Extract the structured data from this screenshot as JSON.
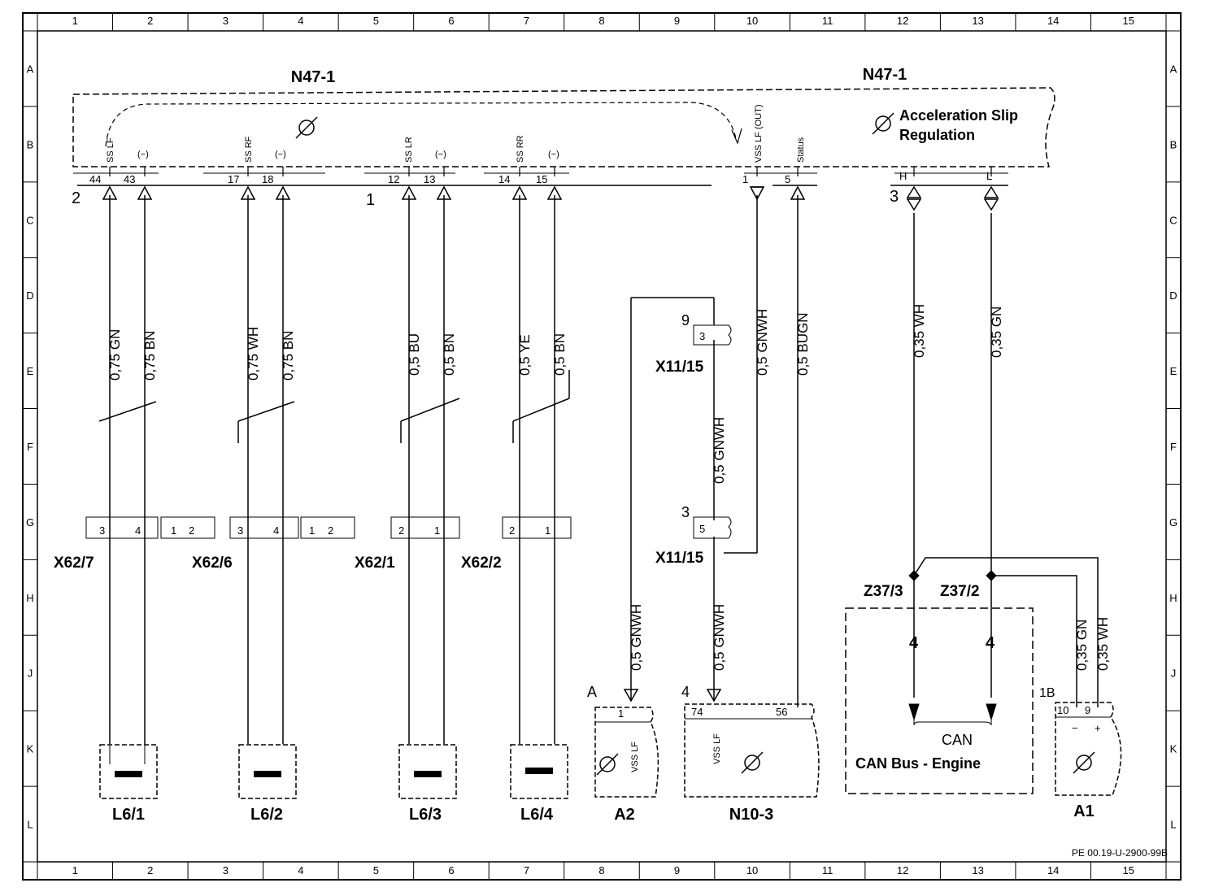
{
  "grid": {
    "columns": [
      "1",
      "2",
      "3",
      "4",
      "5",
      "6",
      "7",
      "8",
      "9",
      "10",
      "11",
      "12",
      "13",
      "14",
      "15"
    ],
    "rows": [
      "A",
      "B",
      "C",
      "D",
      "E",
      "F",
      "G",
      "H",
      "J",
      "K",
      "L"
    ]
  },
  "module": {
    "label_left": "N47-1",
    "label_right": "N47-1",
    "title_line1": "Acceleration Slip",
    "title_line2": "Regulation"
  },
  "module_pins": [
    {
      "num": "44",
      "signal": "SS LF"
    },
    {
      "num": "43",
      "signal": "(−)"
    },
    {
      "num": "17",
      "signal": "SS RF"
    },
    {
      "num": "18",
      "signal": "(−)"
    },
    {
      "num": "12",
      "signal": "SS LR"
    },
    {
      "num": "13",
      "signal": "(−)"
    },
    {
      "num": "14",
      "signal": "SS RR"
    },
    {
      "num": "15",
      "signal": "(−)"
    },
    {
      "num": "1",
      "signal": "VSS LF (OUT)"
    },
    {
      "num": "5",
      "signal": "Status"
    },
    {
      "num": "H",
      "signal": ""
    },
    {
      "num": "L",
      "signal": ""
    }
  ],
  "ref_marks": {
    "m2": "2",
    "m1": "1",
    "m3": "3",
    "m9": "9",
    "m3b": "3",
    "mA": "A",
    "m4": "4",
    "m1B": "1B"
  },
  "wires": [
    "0,75 GN",
    "0,75 BN",
    "0,75 WH",
    "0,75 BN",
    "0,5 BU",
    "0,5 BN",
    "0,5 YE",
    "0,5 BN",
    "0,5 GNWH",
    "0,5 BUGN",
    "0,35 WH",
    "0,35 GN",
    "0,5 GNWH",
    "0,5 GNWH",
    "0,5 GNWH",
    "0,35 GN",
    "0,35 WH"
  ],
  "connectors": {
    "x62_7": {
      "label": "X62/7",
      "pins": [
        "3",
        "4",
        "1",
        "2"
      ]
    },
    "x62_6": {
      "label": "X62/6",
      "pins": [
        "3",
        "4",
        "1",
        "2"
      ]
    },
    "x62_1": {
      "label": "X62/1",
      "pins": [
        "2",
        "1"
      ]
    },
    "x62_2": {
      "label": "X62/2",
      "pins": [
        "2",
        "1"
      ]
    },
    "x11_15_top": {
      "label": "X11/15",
      "pin": "3"
    },
    "x11_15_bot": {
      "label": "X11/15",
      "pin": "5"
    }
  },
  "splices": {
    "z37_3": "Z37/3",
    "z37_2": "Z37/2"
  },
  "sensors": [
    "L6/1",
    "L6/2",
    "L6/3",
    "L6/4"
  ],
  "a2": {
    "label": "A2",
    "pin": "1",
    "signal": "VSS LF"
  },
  "n10": {
    "label": "N10-3",
    "pin_left": "74",
    "pin_right": "56",
    "signal": "VSS LF"
  },
  "can": {
    "pin_left": "4",
    "pin_right": "4",
    "bus": "CAN",
    "title": "CAN Bus - Engine"
  },
  "a1": {
    "label": "A1",
    "pin_left": "10",
    "pin_right": "9",
    "minus": "−",
    "plus": "+"
  },
  "footer": "PE 00.19-U-2900-99B"
}
